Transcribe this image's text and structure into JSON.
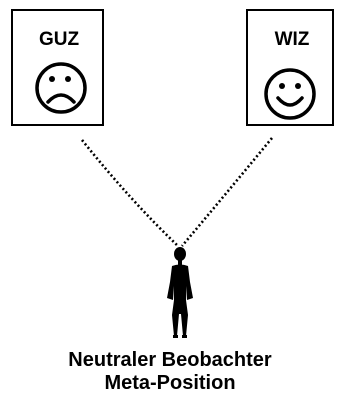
{
  "left_box": {
    "label": "GUZ",
    "face": "sad-face-icon"
  },
  "right_box": {
    "label": "WIZ",
    "face": "smiley-face-icon"
  },
  "caption": {
    "line1": "Neutraler Beobachter",
    "line2": "Meta-Position"
  },
  "figure": {
    "icon": "person-silhouette-icon"
  },
  "colors": {
    "ink": "#000000",
    "background": "#ffffff"
  }
}
